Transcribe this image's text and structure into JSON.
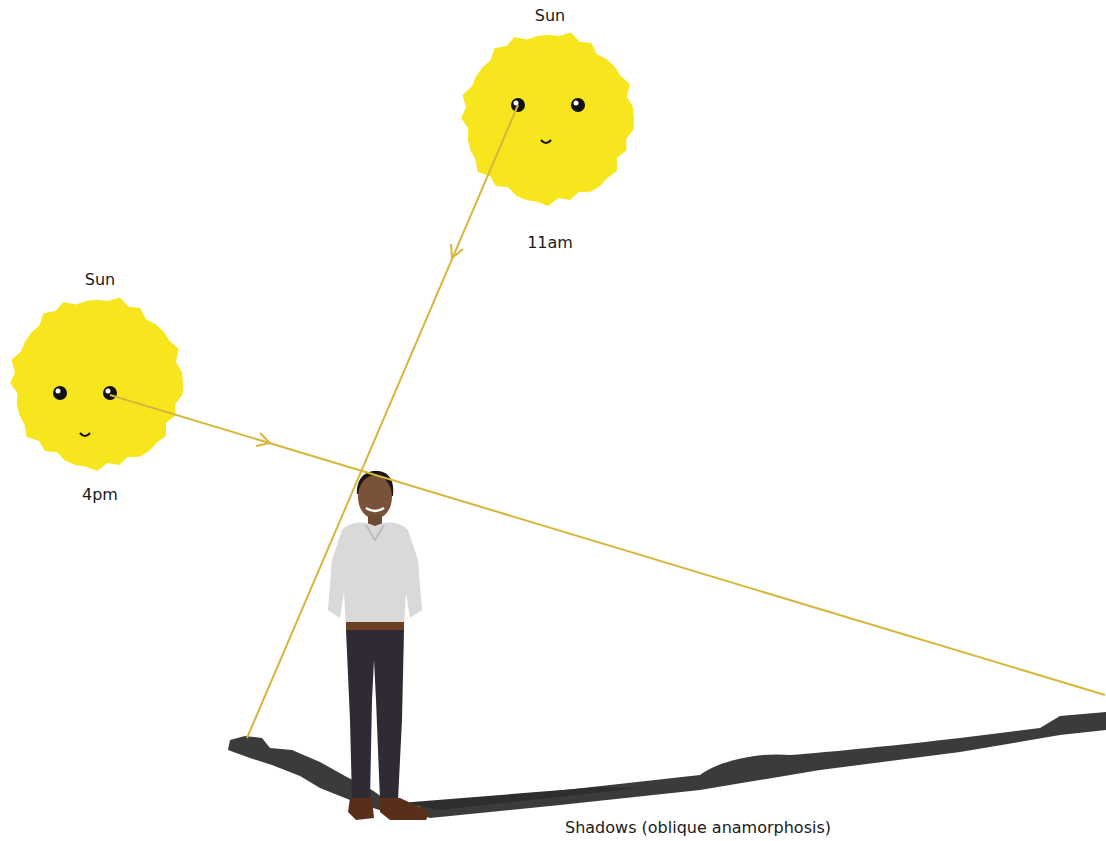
{
  "diagram": {
    "nodes": [
      {
        "text": [
          "Sun",
          "11am"
        ]
      },
      {
        "text": [
          "Sun",
          "4pm"
        ]
      }
    ],
    "labels": [
      "Shadows (oblique anamorphosis)"
    ]
  }
}
